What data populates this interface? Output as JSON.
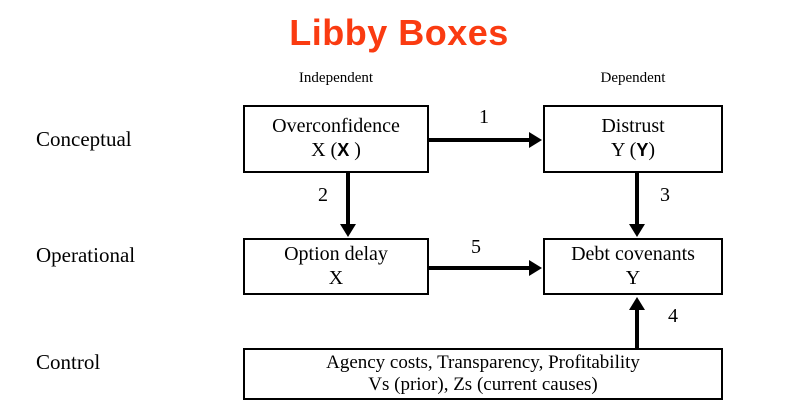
{
  "title": "Libby Boxes",
  "theme": {
    "title_color": "#FA3B11",
    "line_color": "#000000",
    "background": "#ffffff"
  },
  "columns": {
    "independent": "Independent",
    "dependent": "Dependent"
  },
  "rows": {
    "conceptual": "Conceptual",
    "operational": "Operational",
    "control": "Control"
  },
  "boxes": {
    "overconfidence": {
      "line1": "Overconfidence",
      "line2_plain": "X (",
      "line2_bold": "X",
      "line2_close": " )"
    },
    "distrust": {
      "line1": "Distrust",
      "line2_plain": "Y (",
      "line2_bold": "Y",
      "line2_close": ")"
    },
    "option_delay": {
      "line1": "Option delay",
      "line2": "X"
    },
    "debt_covenants": {
      "line1": "Debt covenants",
      "line2": "Y"
    },
    "control": {
      "line1": "Agency costs, Transparency, Profitability",
      "line2": "Vs (prior), Zs (current causes)"
    }
  },
  "arrows": {
    "a1": {
      "label": "1",
      "from": "overconfidence",
      "to": "distrust",
      "direction": "right"
    },
    "a2": {
      "label": "2",
      "from": "overconfidence",
      "to": "option_delay",
      "direction": "down"
    },
    "a3": {
      "label": "3",
      "from": "distrust",
      "to": "debt_covenants",
      "direction": "down"
    },
    "a4": {
      "label": "4",
      "from": "control",
      "to": "debt_covenants",
      "direction": "up"
    },
    "a5": {
      "label": "5",
      "from": "option_delay",
      "to": "debt_covenants",
      "direction": "right"
    }
  }
}
